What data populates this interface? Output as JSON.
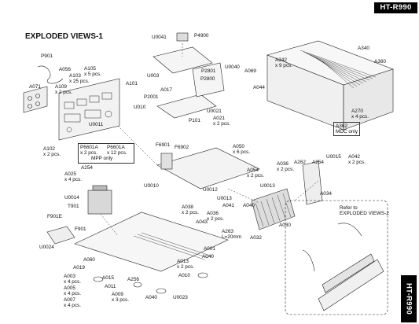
{
  "model": "HT-R990",
  "title": "EXPLODED VIEWS-1",
  "refer_note": [
    "Refer to",
    "EXPLODED VIEWS-2"
  ],
  "labels": {
    "U0041": "U0041",
    "P4900": "P4900",
    "P901": "P901",
    "A056": "A056",
    "A105": "A105",
    "A105q": "x 5 pcs.",
    "A103": "A103",
    "A103q": "x 25 pcs.",
    "A071": "A071",
    "A109": "A109",
    "A109q": "x 2 pcs.",
    "A101": "A101",
    "U003": "U003",
    "P2801": "P2801",
    "P2800": "P2800",
    "U0040": "U0040",
    "A069": "A069",
    "A044": "A044",
    "A017": "A017",
    "P2001": "P2001",
    "U010": "U010",
    "U0021": "U0021",
    "A021": "A021",
    "A021q": "x 2 pcs.",
    "P101": "P101",
    "U0011": "U0011",
    "A342": "A342",
    "A342q": "x 9 pcs.",
    "A340": "A340",
    "A360": "A360",
    "A270": "A270",
    "A270q": "x 4 pcs.",
    "A362": "A362",
    "A362n": "MDC only",
    "A102": "A102",
    "A102q": "x 2 pcs.",
    "P6601A": "P6601A",
    "P6601Aq": "x 2 pcs.",
    "P6601A2": "P6601A",
    "P6601A2q": "x 12 pcs.",
    "MPP": "MPP only",
    "F6901": "F6901",
    "F6902": "F6902",
    "A050": "A050",
    "A050q": "x 6 pcs.",
    "A254a": "A254",
    "A025": "A025",
    "A025q": "x 4 pcs.",
    "U0010": "U0010",
    "A054": "A054",
    "A054q": "x 2 pcs.",
    "A036a": "A036",
    "A036aq": "x 2 pcs.",
    "A262": "A262",
    "A254b": "A254",
    "U0015": "U0015",
    "A042": "A042",
    "A042q": "x 2 pcs.",
    "A034": "A034",
    "U0014": "U0014",
    "T901": "T901",
    "U0012": "U0012",
    "U0013a": "U0013",
    "U0013b": "U0013",
    "A038": "A038",
    "A038q": "x 2 pcs.",
    "A041": "A041",
    "A040a": "A040",
    "A036b": "A036",
    "A036bq": "x 2 pcs.",
    "A043": "A043",
    "A263": "A263",
    "A263n": "L=20mm",
    "A030": "A030",
    "A032": "A032",
    "F901E": "F901E",
    "F901": "F901",
    "U0024": "U0024",
    "A001": "A001",
    "A040b": "A040",
    "A013": "A013",
    "A013q": "x 2 pcs.",
    "A060": "A060",
    "A019": "A019",
    "A003": "A003",
    "A003q": "x 4 pcs.",
    "A015": "A015",
    "A256": "A256",
    "A011": "A011",
    "A005": "A005",
    "A005q": "x 4 pcs.",
    "A009": "A009",
    "A009q": "x 3 pcs.",
    "A007": "A007",
    "A007q": "x 4 pcs.",
    "A040c": "A040",
    "A010": "A010",
    "U0023": "U0023"
  }
}
